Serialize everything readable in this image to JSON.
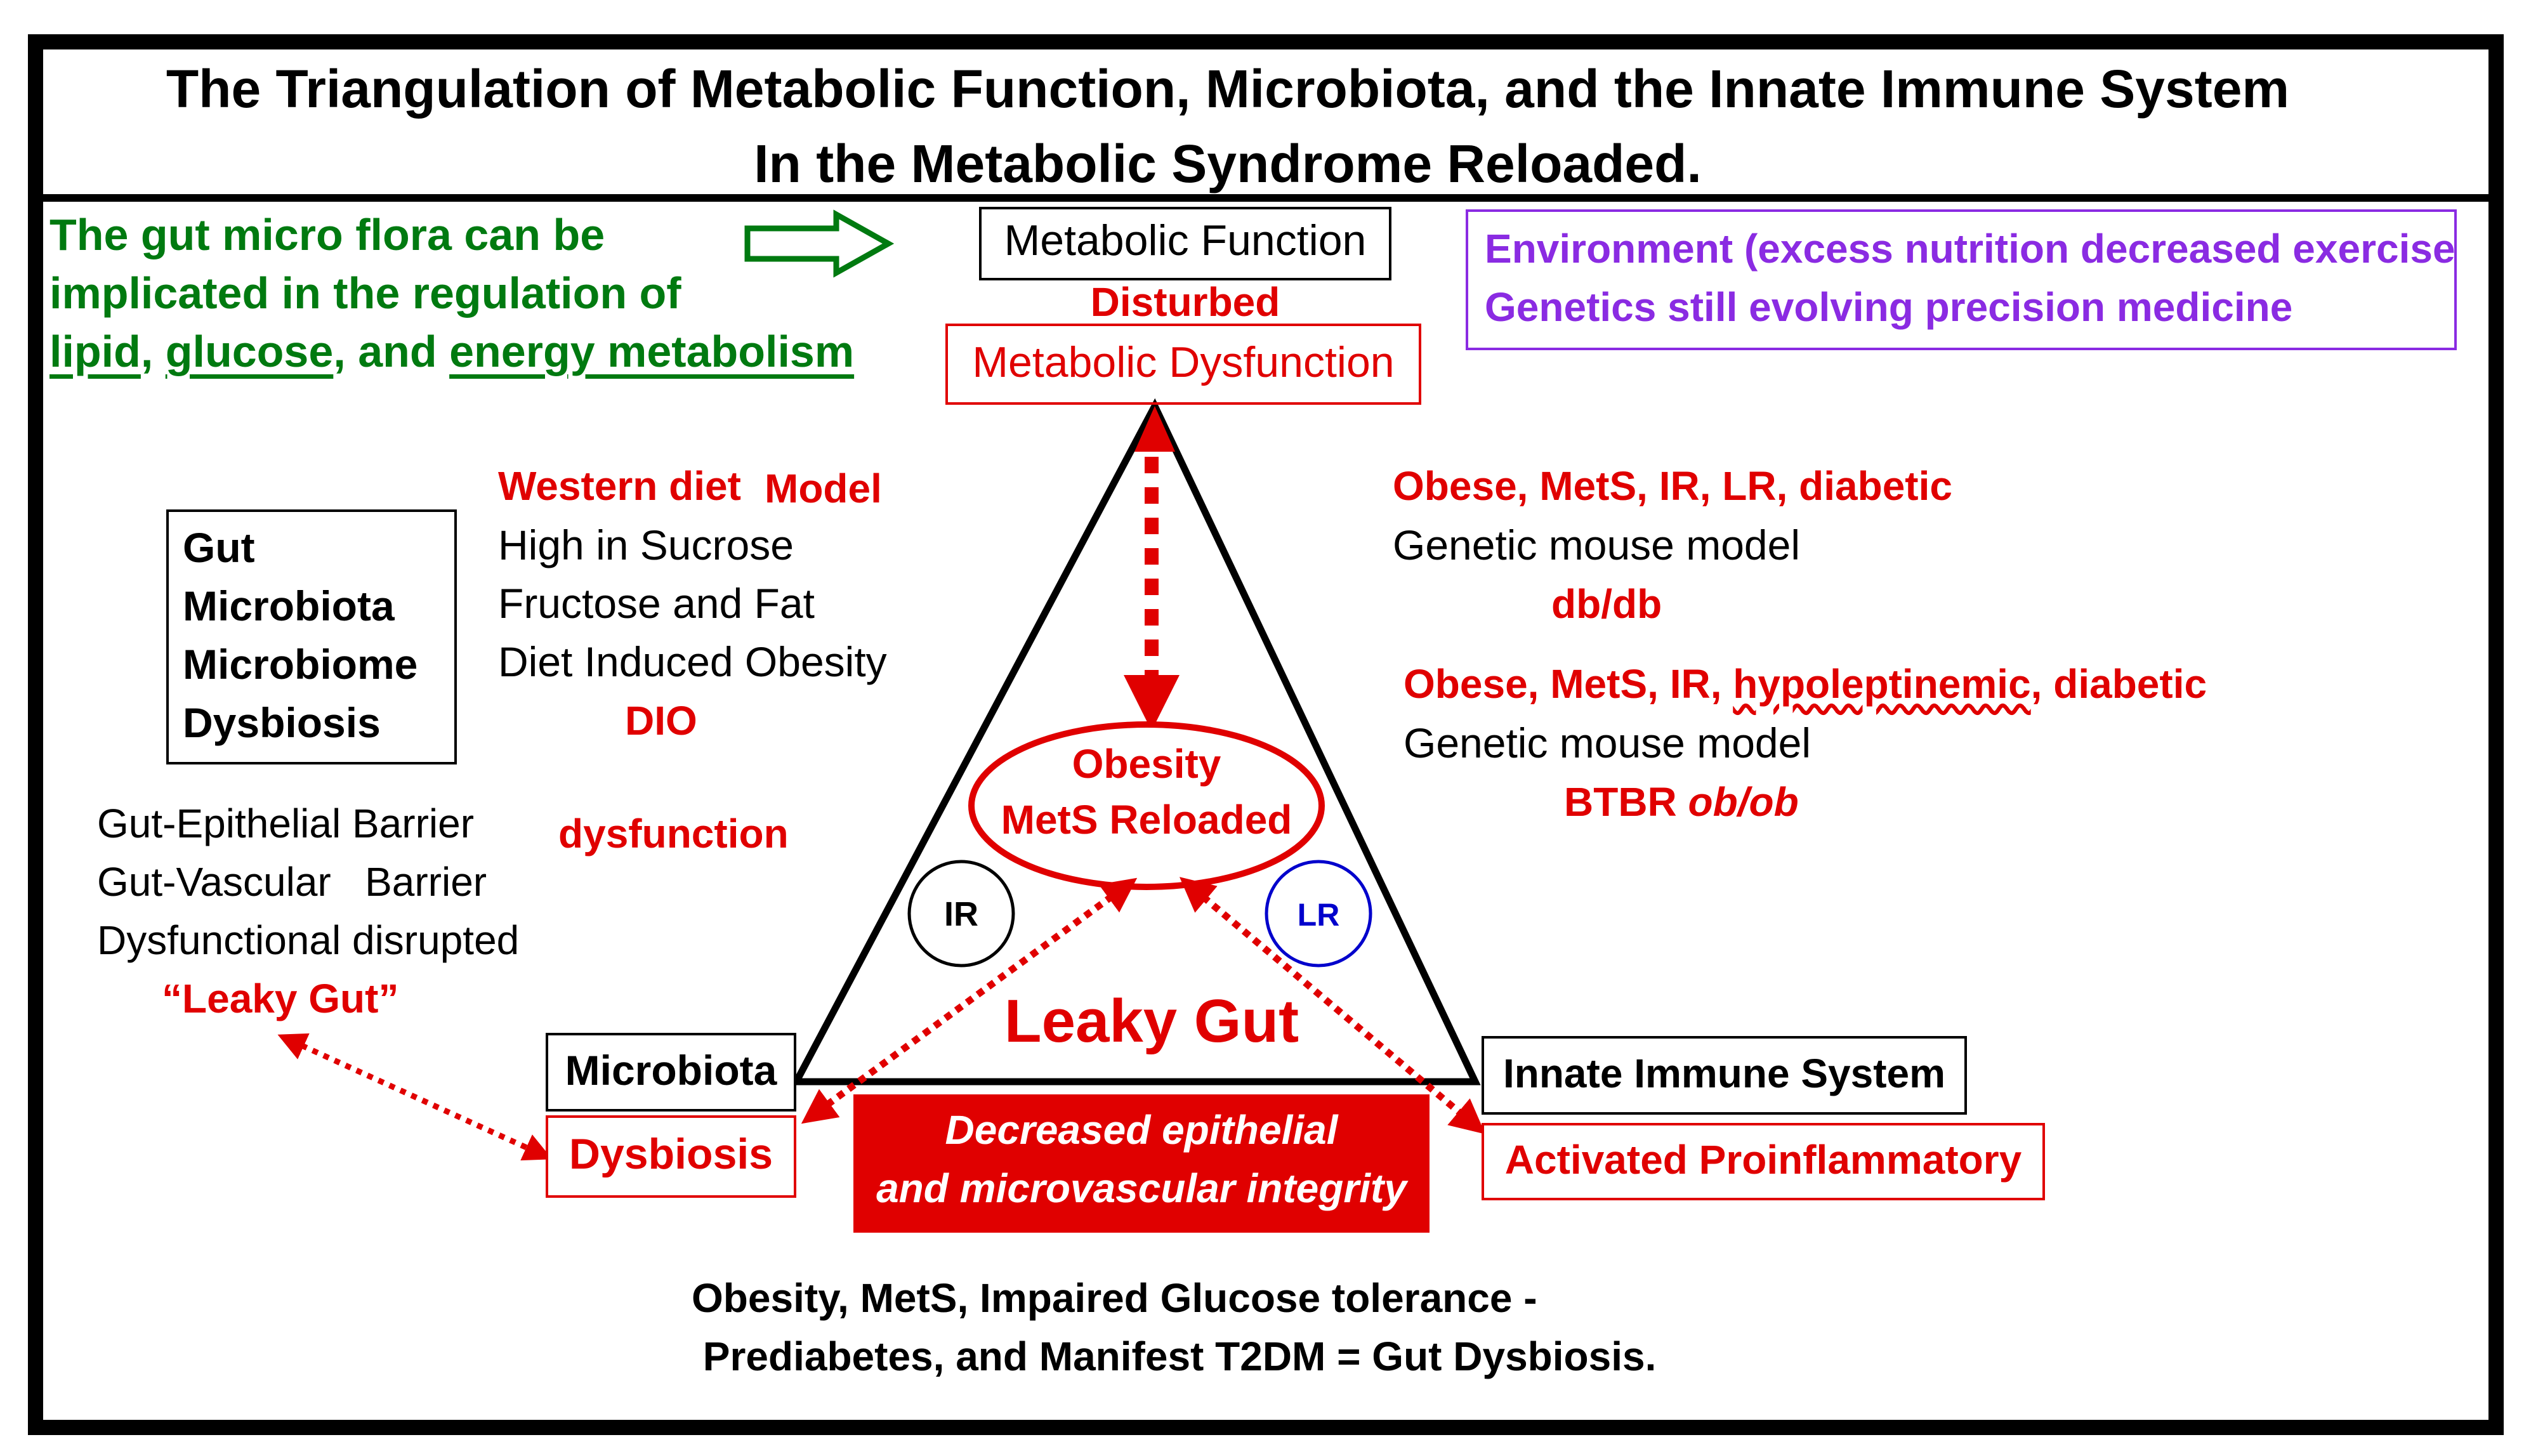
{
  "title": {
    "line1": "The Triangulation of Metabolic Function, Microbiota, and the Innate Immune System",
    "line2": "In the Metabolic Syndrome Reloaded."
  },
  "gut_note": {
    "line1": "The gut micro flora can be",
    "line2": "implicated in the regulation of",
    "lipid": "lipid",
    "comma": ", ",
    "glucose": "glucose",
    "and": ", and ",
    "energy": "energy metabolism"
  },
  "apex": {
    "metabolic_function": "Metabolic Function",
    "disturbed": "Disturbed",
    "metabolic_dysfunction": "Metabolic Dysfunction"
  },
  "environment": {
    "line1": "Environment (excess nutrition decreased exercise",
    "line2": "Genetics still evolving precision medicine"
  },
  "gut_box": [
    "Gut",
    "Microbiota",
    "Microbiome",
    "Dysbiosis"
  ],
  "western_diet": {
    "title": "Western diet",
    "model": "Model",
    "lines": [
      "High in Sucrose",
      "Fructose and Fat",
      "Diet Induced Obesity"
    ],
    "dio": "DIO"
  },
  "db_model": {
    "title": "Obese, MetS, IR, LR, diabetic",
    "desc": "Genetic mouse model",
    "name": "db/db"
  },
  "ob_model": {
    "title_a": "Obese, MetS, IR, ",
    "title_b": "hypoleptinemic",
    "title_c": ", diabetic",
    "desc": "Genetic mouse model",
    "name_a": "BTBR ",
    "name_b": "ob/ob"
  },
  "barrier": {
    "lines": [
      "Gut-Epithelial Barrier",
      "Gut-Vascular   Barrier",
      "Dysfunctional disrupted"
    ],
    "leaky": "“Leaky Gut”",
    "dysfunction": "dysfunction"
  },
  "center": {
    "obesity": "Obesity",
    "mets": "MetS Reloaded",
    "ir": "IR",
    "lr": "LR",
    "leaky_gut": "Leaky Gut"
  },
  "corners": {
    "microbiota": "Microbiota",
    "dysbiosis": "Dysbiosis",
    "innate": "Innate Immune System",
    "activated": "Activated Proinflammatory"
  },
  "integrity": {
    "line1": "Decreased epithelial",
    "line2": "and microvascular integrity"
  },
  "footer": {
    "line1": "Obesity, MetS, Impaired Glucose tolerance -",
    "line2": " Prediabetes, and Manifest T2DM = Gut Dysbiosis."
  },
  "colors": {
    "red": "#e00000",
    "green": "#007a10",
    "purple": "#8a2be2",
    "blue": "#0000cc",
    "black": "#000000"
  }
}
